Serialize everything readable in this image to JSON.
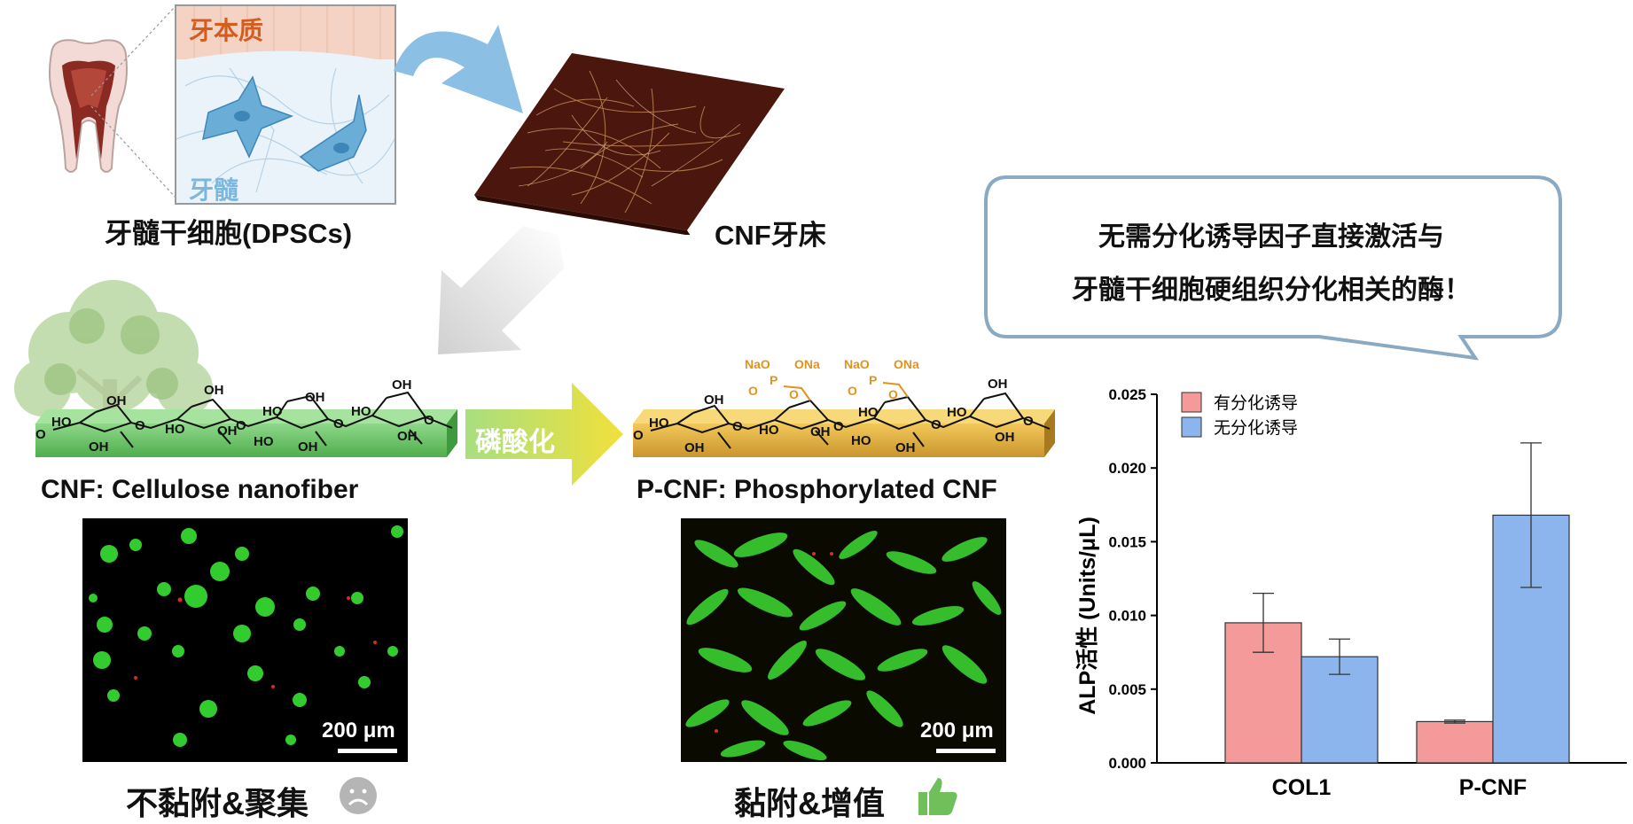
{
  "inset_labels": {
    "dentin": "牙本质",
    "pulp": "牙髓"
  },
  "labels": {
    "dpsc": "牙髓干细胞(DPSCs)",
    "cnf_scaffold": "CNF牙床",
    "cnf_name": "CNF: Cellulose nanofiber",
    "pcnf_name": "P-CNF: Phosphorylated CNF",
    "reaction": "磷酸化",
    "left_result": "不黏附&聚集",
    "right_result": "黏附&增值"
  },
  "callout": {
    "line1": "无需分化诱导因子直接激活与",
    "line2": "牙髓干细胞硬组织分化相关的酶！"
  },
  "micrographs": {
    "left_scale": "200 μm",
    "right_scale": "200 μm"
  },
  "chem": {
    "oh": "OH",
    "ho": "HO",
    "o": "O",
    "p": "P",
    "nao": "NaO",
    "ona": "ONa"
  },
  "colors": {
    "accent_blue": "#8bbfe3",
    "cnf_green": "#6fc46a",
    "pcnf_gold": "#d8a93a",
    "arrow_yellow": "#eede3a",
    "phosphate_orange": "#e0931f",
    "bar_red": "#f59a9a",
    "bar_blue": "#8cb5ee"
  },
  "icons": {
    "left": "sad-face-icon",
    "right": "thumbs-up-icon"
  },
  "chart_data": {
    "type": "bar",
    "categories": [
      "COL1",
      "P-CNF"
    ],
    "series": [
      {
        "name": "有分化诱导",
        "values": [
          0.0095,
          0.0028
        ],
        "errors": [
          0.002,
          0.0001
        ],
        "color": "#f59a9a"
      },
      {
        "name": "无分化诱导",
        "values": [
          0.0072,
          0.0168
        ],
        "errors": [
          0.0012,
          0.0049
        ],
        "color": "#8cb5ee"
      }
    ],
    "ylabel": "ALP活性 (Units/μL)",
    "xlabel": "",
    "ylim": [
      0,
      0.025
    ],
    "yticks": [
      "0.000",
      "0.005",
      "0.010",
      "0.015",
      "0.020",
      "0.025"
    ],
    "grid": false,
    "legend": "top-left"
  }
}
